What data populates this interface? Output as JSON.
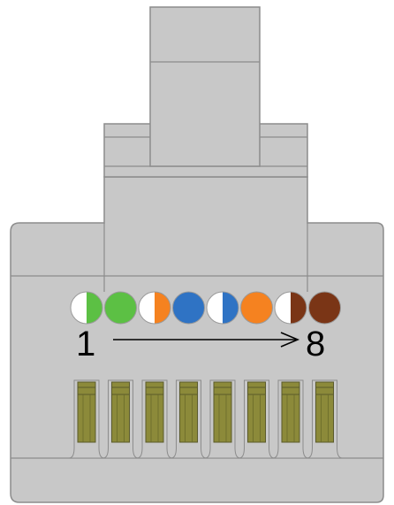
{
  "labels": {
    "start": "1",
    "end": "8"
  },
  "colors": {
    "housing": "#c8c8c8",
    "housing_stroke": "#8c8c8c",
    "contact": "#8c8a3a",
    "contact_stroke": "#5a5a2a",
    "arrow": "#000000"
  },
  "wires": [
    {
      "pin": 1,
      "name": "white-green",
      "base": "#ffffff",
      "stripe": "#5cc044"
    },
    {
      "pin": 2,
      "name": "green",
      "base": "#5cc044",
      "stripe": null
    },
    {
      "pin": 3,
      "name": "white-orange",
      "base": "#ffffff",
      "stripe": "#f58220"
    },
    {
      "pin": 4,
      "name": "blue",
      "base": "#2f73c4",
      "stripe": null
    },
    {
      "pin": 5,
      "name": "white-blue",
      "base": "#ffffff",
      "stripe": "#2f73c4"
    },
    {
      "pin": 6,
      "name": "orange",
      "base": "#f58220",
      "stripe": null
    },
    {
      "pin": 7,
      "name": "white-brown",
      "base": "#ffffff",
      "stripe": "#7a3516"
    },
    {
      "pin": 8,
      "name": "brown",
      "base": "#7a3516",
      "stripe": null
    }
  ]
}
